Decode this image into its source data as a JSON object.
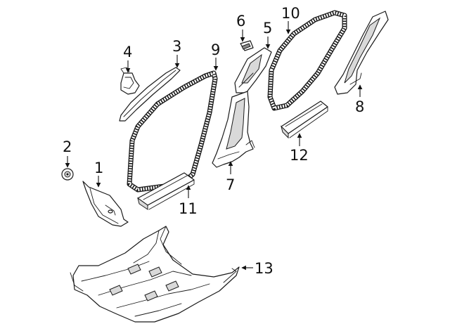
{
  "diagram": {
    "callouts": [
      {
        "id": "1",
        "text": "1"
      },
      {
        "id": "2",
        "text": "2"
      },
      {
        "id": "3",
        "text": "3"
      },
      {
        "id": "4",
        "text": "4"
      },
      {
        "id": "5",
        "text": "5"
      },
      {
        "id": "6",
        "text": "6"
      },
      {
        "id": "7",
        "text": "7"
      },
      {
        "id": "8",
        "text": "8"
      },
      {
        "id": "9",
        "text": "9"
      },
      {
        "id": "10",
        "text": "10"
      },
      {
        "id": "11",
        "text": "11"
      },
      {
        "id": "12",
        "text": "12"
      },
      {
        "id": "13",
        "text": "13"
      }
    ]
  }
}
